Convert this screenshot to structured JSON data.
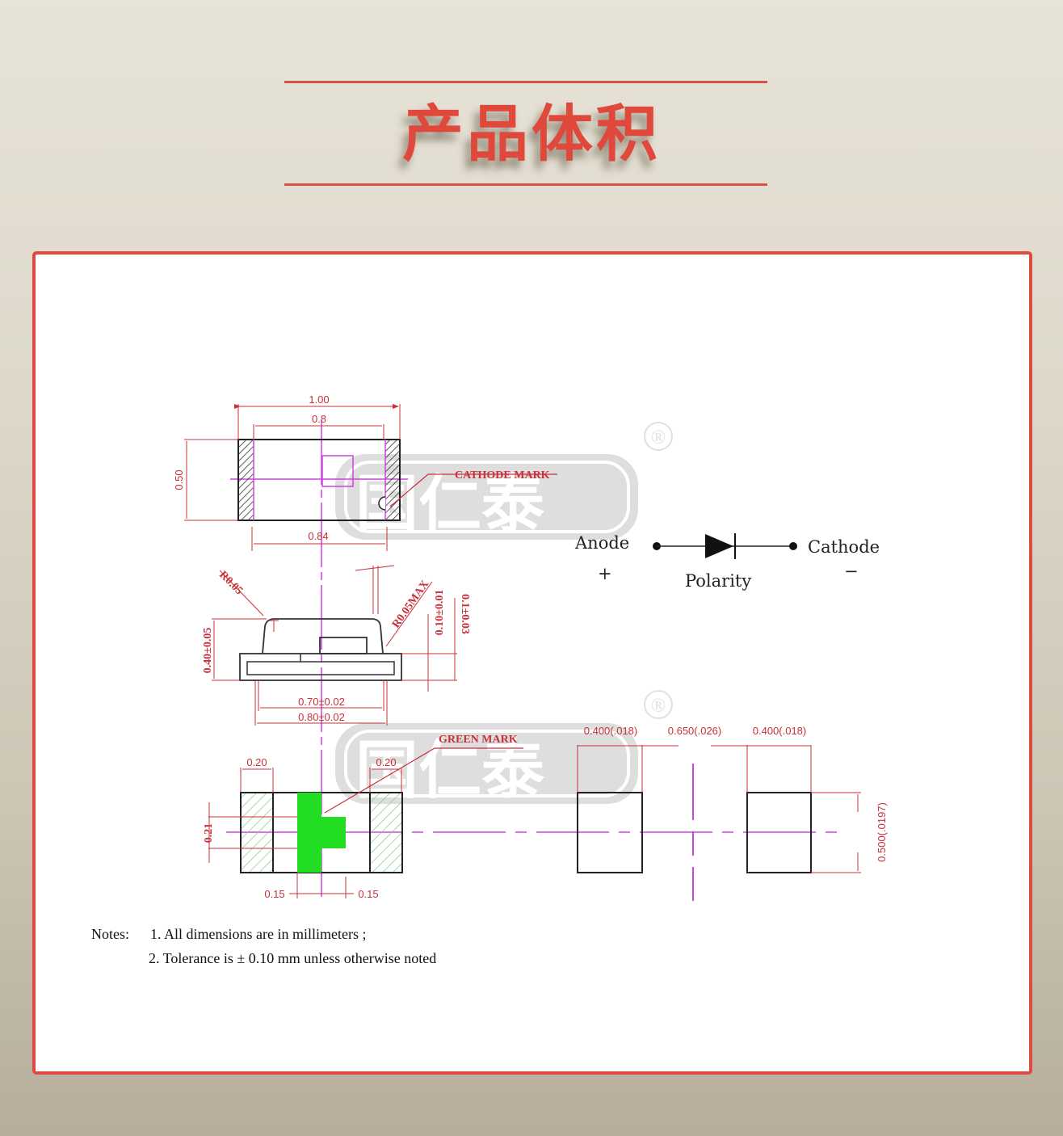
{
  "header": {
    "title": "产品体积"
  },
  "colors": {
    "accent": "#de4b40",
    "dimension_red": "#c8303a",
    "centerline_magenta": "#cc44dd",
    "green_mark": "#22dd22",
    "background_top": "#e7e3d7",
    "background_bottom": "#b6ae9b"
  },
  "watermark": {
    "brand": "国仁泰",
    "registered": "®"
  },
  "top_view": {
    "width_total": "1.00",
    "width_inner": "0.8",
    "height": "0.50",
    "bottom_width": "0.84",
    "cathode_label": "CATHODE  MARK"
  },
  "side_view": {
    "radius_left": "R0.05",
    "radius_right": "R0.05MAX",
    "height": "0.40±0.05",
    "lead_thickness": "0.10±0.01",
    "lead_height": "0.1±0.03",
    "inner_width": "0.70±0.02",
    "outer_width": "0.80±0.02"
  },
  "bottom_view": {
    "pad_left_width": "0.20",
    "pad_right_width": "0.20",
    "mark_height": "0.21",
    "offset_left": "0.15",
    "offset_right": "0.15",
    "green_label": "GREEN  MARK"
  },
  "polarity": {
    "anode": "Anode",
    "cathode": "Cathode",
    "plus": "+",
    "minus": "−",
    "label": "Polarity"
  },
  "footprint": {
    "pad_width_left": "0.400(.018)",
    "gap": "0.650(.026)",
    "pad_width_right": "0.400(.018)",
    "pad_height": "0.500(.0197)"
  },
  "notes": {
    "heading": "Notes:",
    "items": [
      "1. All dimensions are in millimeters ;",
      "2. Tolerance is ± 0.10 mm unless otherwise noted"
    ]
  }
}
